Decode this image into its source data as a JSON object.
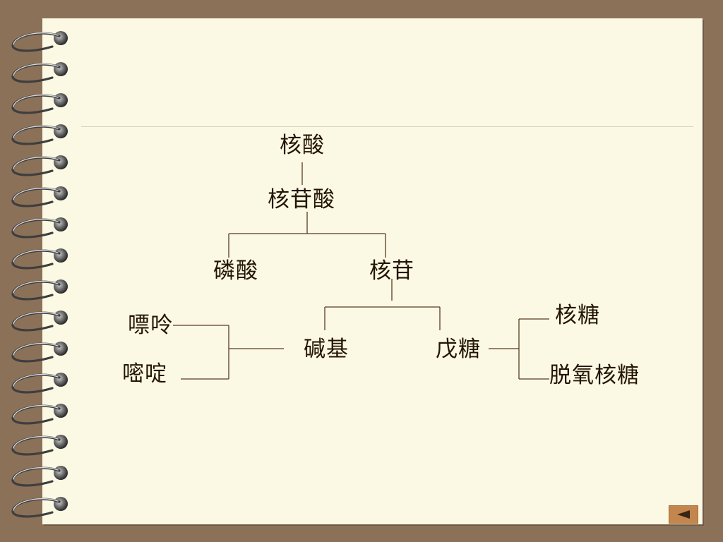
{
  "diagram": {
    "root": "核酸",
    "nucleotide": "核苷酸",
    "phosphate": "磷酸",
    "nucleoside": "核苷",
    "base": "碱基",
    "sugar": "戊糖",
    "purine": "嘌呤",
    "pyrimidine": "嘧啶",
    "ribose": "核糖",
    "deoxyribose": "脱氧核糖"
  },
  "nav": {
    "back_icon": "left-triangle-icon"
  },
  "colors": {
    "frame": "#8b7158",
    "page": "#fbf9e3",
    "line": "#5a3a22",
    "text": "#241405",
    "nav_button": "#c4864f"
  }
}
